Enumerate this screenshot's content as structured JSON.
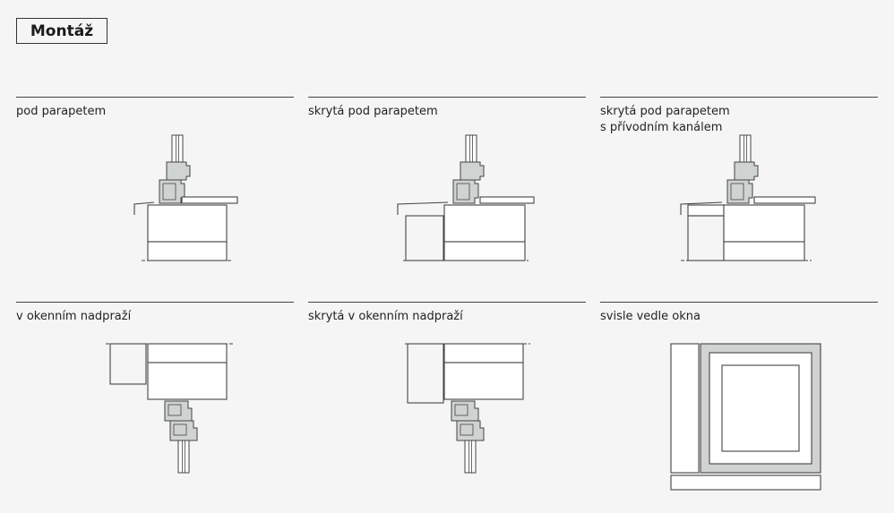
{
  "header": {
    "title": "Montáž"
  },
  "panels": [
    {
      "id": "pod-parapetem",
      "caption": "pod parapetem"
    },
    {
      "id": "skryta-pod-parapetem",
      "caption": "skrytá pod parapetem"
    },
    {
      "id": "skryta-pod-parapetem-kanal",
      "caption": "skrytá pod parapetem\ns přívodním kanálem"
    },
    {
      "id": "v-okennim-nadprazi",
      "caption": "v okenním nadpraží"
    },
    {
      "id": "skryta-v-okennim-nadprazi",
      "caption": "skrytá v okenním nadpraží"
    },
    {
      "id": "svisle-vedle-okna",
      "caption": "svisle vedle okna"
    }
  ],
  "colors": {
    "line": "#444444",
    "profile_fill": "#cfd3d1",
    "paper": "#f4f5f4",
    "box_fill": "#ffffff"
  }
}
